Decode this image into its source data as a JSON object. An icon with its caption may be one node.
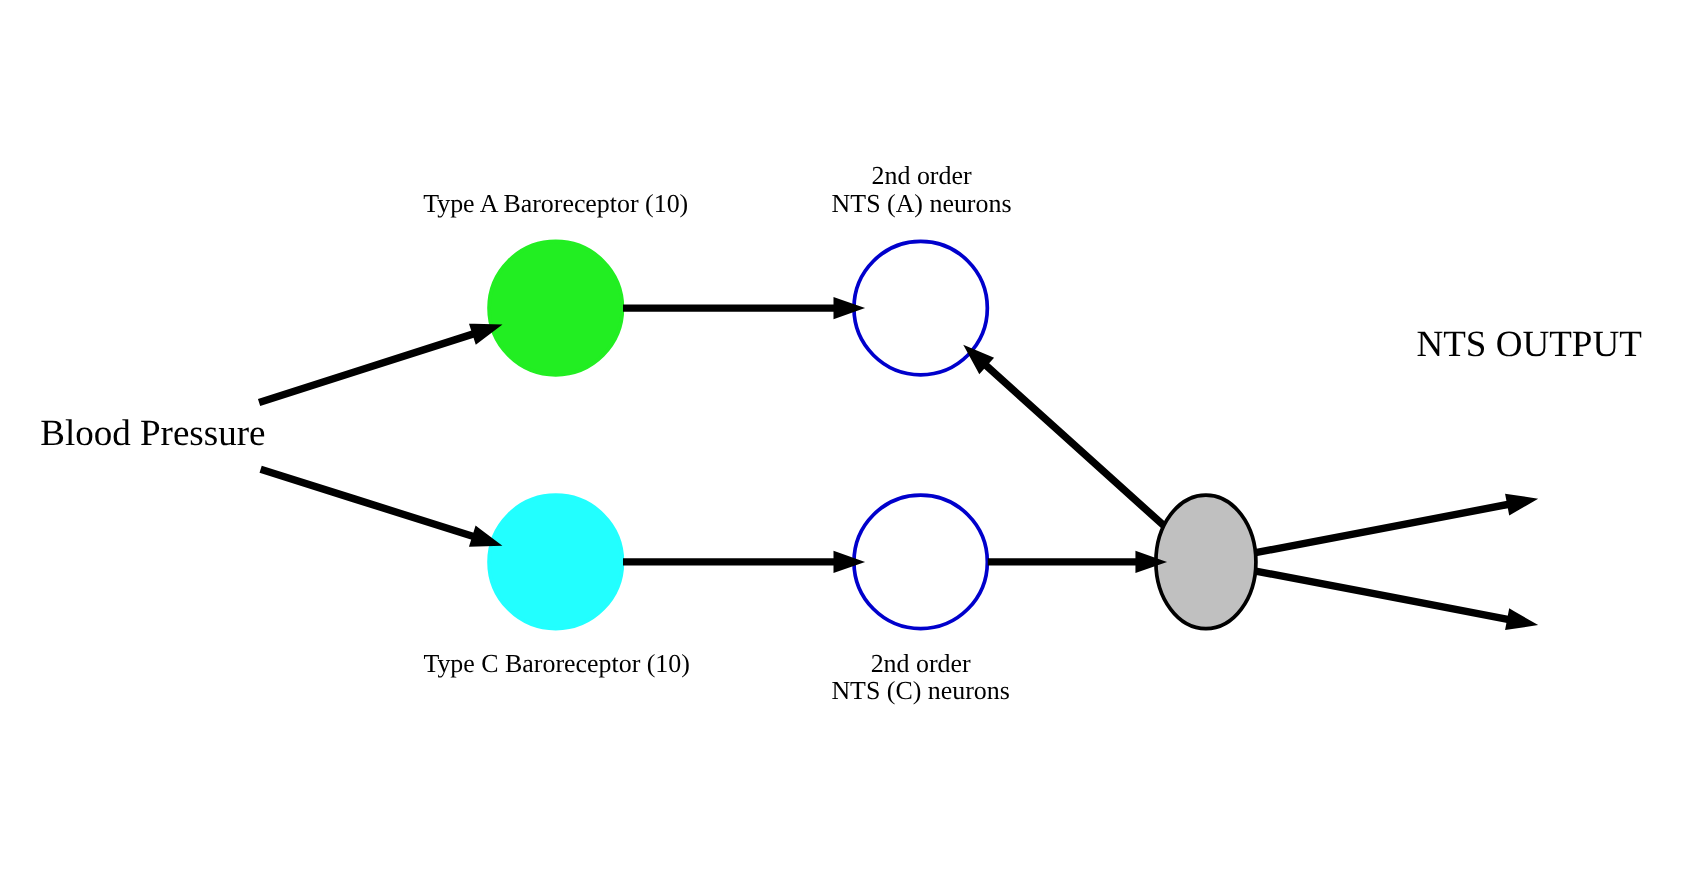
{
  "diagram": {
    "nodes": [
      {
        "text": [
          "Blood Pressure"
        ]
      },
      {
        "text": [],
        "shape": "circle",
        "beside": [
          "Type A Baroreceptor (10)"
        ]
      },
      {
        "text": [],
        "shape": "circle",
        "beside": [
          "Type C Baroreceptor (10)"
        ]
      },
      {
        "text": [],
        "shape": "circle",
        "beside": [
          "2nd order",
          "NTS (A) neurons"
        ]
      },
      {
        "text": [],
        "shape": "circle",
        "beside": [
          "2nd order",
          "NTS (C) neurons"
        ]
      },
      {
        "text": [],
        "shape": "ellipse"
      }
    ],
    "edges": [
      {
        "from": 0,
        "to": 1,
        "arrow": "to"
      },
      {
        "from": 0,
        "to": 2,
        "arrow": "to"
      },
      {
        "from": 1,
        "to": 3,
        "arrow": "to"
      },
      {
        "from": 2,
        "to": 4,
        "arrow": "to"
      },
      {
        "from": 5,
        "to": 3,
        "arrow": "to"
      },
      {
        "from": 4,
        "to": 5,
        "arrow": "to"
      },
      {
        "from": 5,
        "to": null,
        "arrow": "to"
      },
      {
        "from": 5,
        "to": null,
        "arrow": "to"
      }
    ],
    "labels": [
      "NTS OUTPUT"
    ]
  }
}
